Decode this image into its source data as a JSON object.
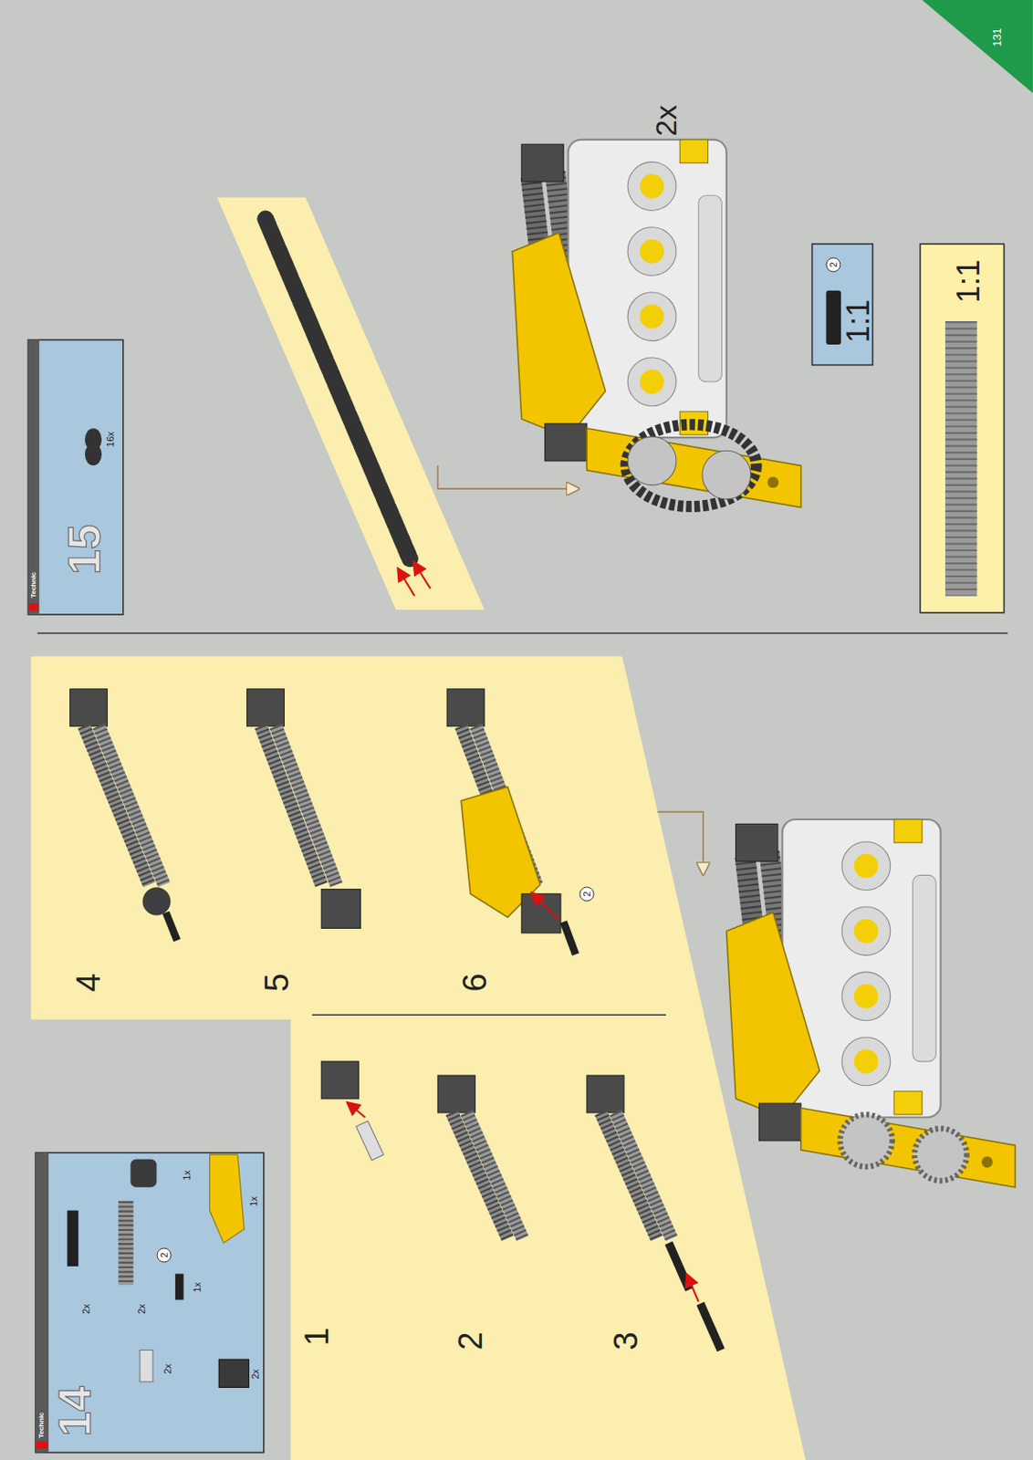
{
  "diagram": {
    "nodes": [
      {
        "text": [
          "Technic",
          "14",
          "2x",
          "2x",
          "1x",
          "2",
          "1x",
          "1x",
          "2x",
          "2x"
        ]
      },
      {
        "text": [
          "1",
          "2",
          "3",
          "4",
          "5",
          "6",
          "2"
        ]
      },
      {
        "text": [
          "Technic",
          "15",
          "16x"
        ]
      },
      {
        "text": [
          "2",
          "1:1"
        ]
      },
      {
        "text": [
          "1:1"
        ]
      }
    ],
    "labels": [
      "131",
      "2x"
    ]
  }
}
